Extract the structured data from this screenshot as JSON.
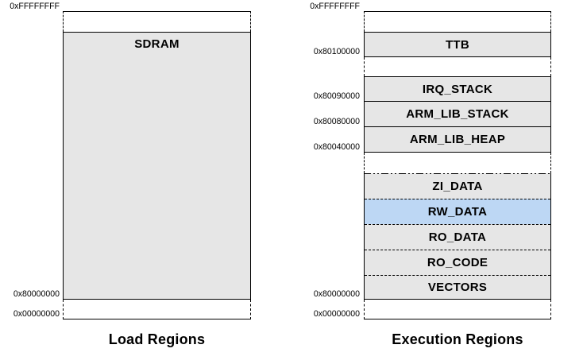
{
  "figure": {
    "left": {
      "title": "Load Regions",
      "addresses": {
        "top": "0xFFFFFFFF",
        "sdram_base": "0x80000000",
        "zero": "0x00000000"
      },
      "regions": [
        {
          "label": "SDRAM"
        }
      ]
    },
    "right": {
      "title": "Execution Regions",
      "addresses": {
        "top": "0xFFFFFFFF",
        "ttb_base": "0x80100000",
        "irq_stack_base": "0x80090000",
        "arm_lib_stack_base": "0x80080000",
        "arm_lib_heap_base": "0x80040000",
        "sdram_base": "0x80000000",
        "zero": "0x00000000"
      },
      "upper_regions": [
        {
          "label": "TTB"
        },
        {
          "label": "IRQ_STACK"
        },
        {
          "label": "ARM_LIB_STACK"
        },
        {
          "label": "ARM_LIB_HEAP"
        }
      ],
      "lower_regions": [
        {
          "label": "ZI_DATA"
        },
        {
          "label": "RW_DATA",
          "highlighted": true
        },
        {
          "label": "RO_DATA"
        },
        {
          "label": "RO_CODE"
        },
        {
          "label": "VECTORS"
        }
      ]
    },
    "colors": {
      "region_fill": "#e6e6e6",
      "highlight_fill": "#bdd7f4",
      "line": "#000000"
    }
  }
}
